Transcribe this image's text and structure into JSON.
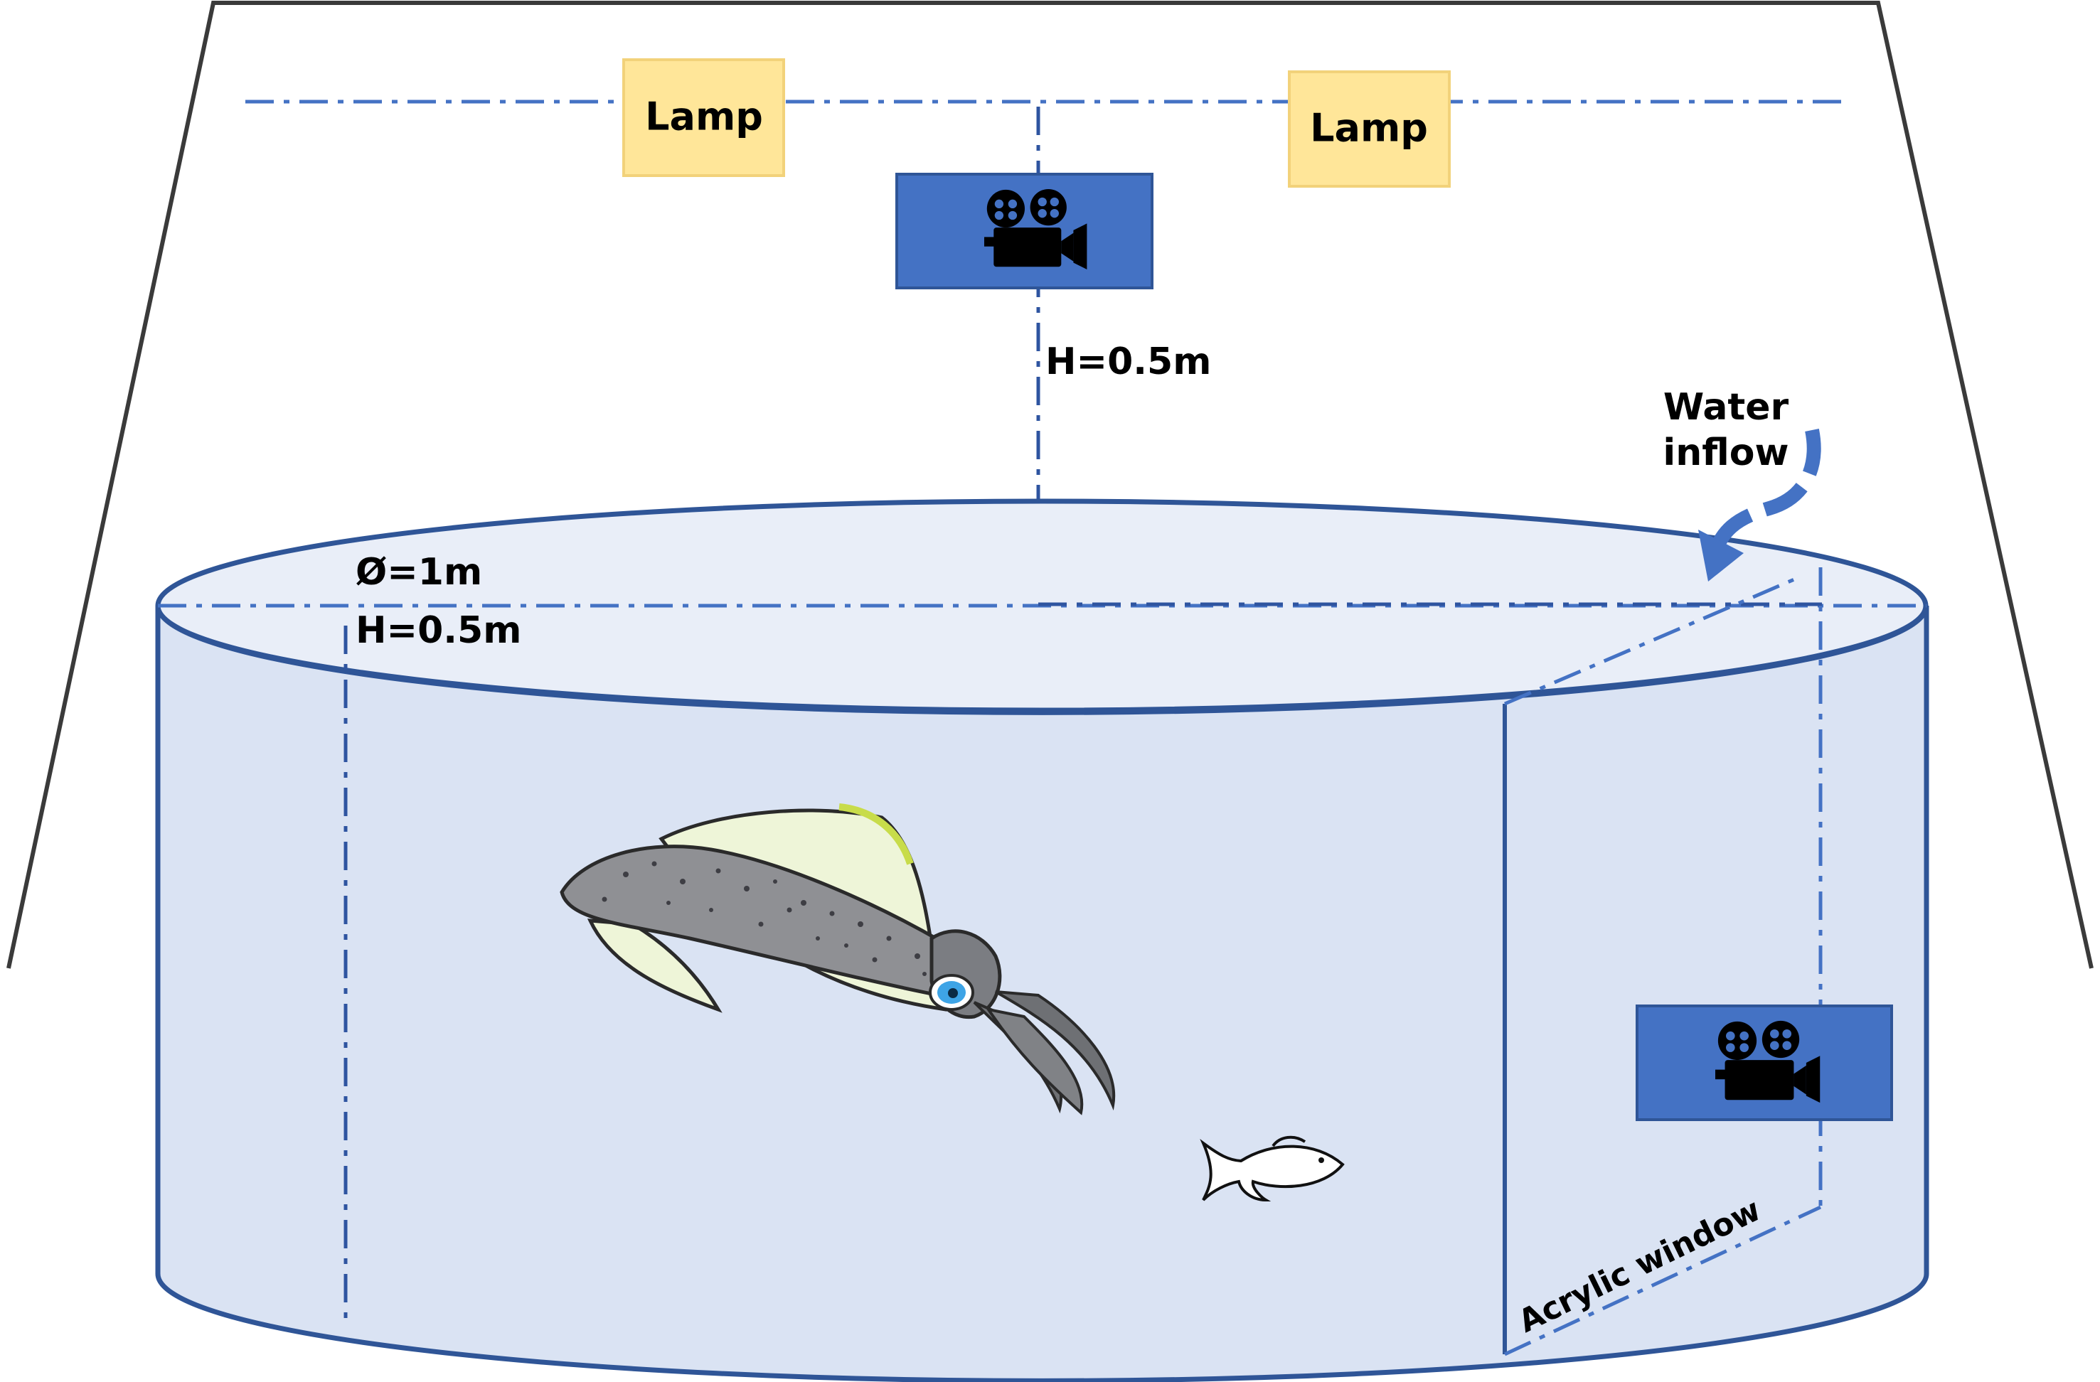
{
  "labels": {
    "lamp_left": "Lamp",
    "lamp_right": "Lamp",
    "camera_height": "H=0.5m",
    "tank_diameter": "Ø=1m",
    "tank_height": "H=0.5m",
    "water_inflow_line1": "Water",
    "water_inflow_line2": "inflow",
    "acrylic_window": "Acrylic window"
  },
  "icons": {
    "top_camera": "movie-camera-icon",
    "side_camera": "movie-camera-icon",
    "inflow_arrow": "curved-arrow-icon",
    "squid": "squid-illustration",
    "fish": "fish-outline-icon"
  },
  "colors": {
    "lamp_fill": "#ffe699",
    "lamp_border": "#f2d27a",
    "camera_box": "#4472c4",
    "tank_outline": "#2f5597",
    "tank_body": "#dae3f3",
    "tank_top": "#e9eef8",
    "guide_line": "#4472c4",
    "inflow_arrow": "#4472c4"
  }
}
